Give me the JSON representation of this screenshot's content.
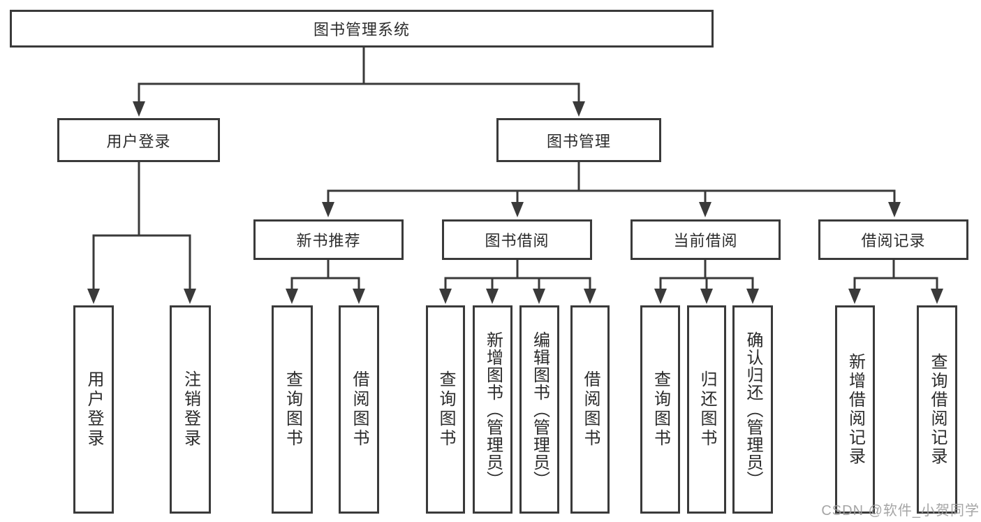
{
  "diagram": {
    "root": {
      "label": "图书管理系统"
    },
    "level2": [
      {
        "label": "用户登录"
      },
      {
        "label": "图书管理"
      }
    ],
    "level3": [
      {
        "label": "新书推荐"
      },
      {
        "label": "图书借阅"
      },
      {
        "label": "当前借阅"
      },
      {
        "label": "借阅记录"
      }
    ],
    "leaves": {
      "user_login": [
        "用户登录",
        "注销登录"
      ],
      "new_book": [
        "查询图书",
        "借阅图书"
      ],
      "book_borrow": [
        "查询图书",
        "新增图书（管理员）",
        "编辑图书（管理员）",
        "借阅图书"
      ],
      "current_borrow": [
        "查询图书",
        "归还图书",
        "确认归还（管理员）"
      ],
      "borrow_record": [
        "新增借阅记录",
        "查询借阅记录"
      ]
    },
    "watermark": "CSDN @软件_小贺同学",
    "colors": {
      "border": "#3a3a3a",
      "line": "#3a3a3a",
      "text": "#2b2b2b",
      "watermark": "#9c9c9c",
      "background": "#ffffff"
    }
  }
}
